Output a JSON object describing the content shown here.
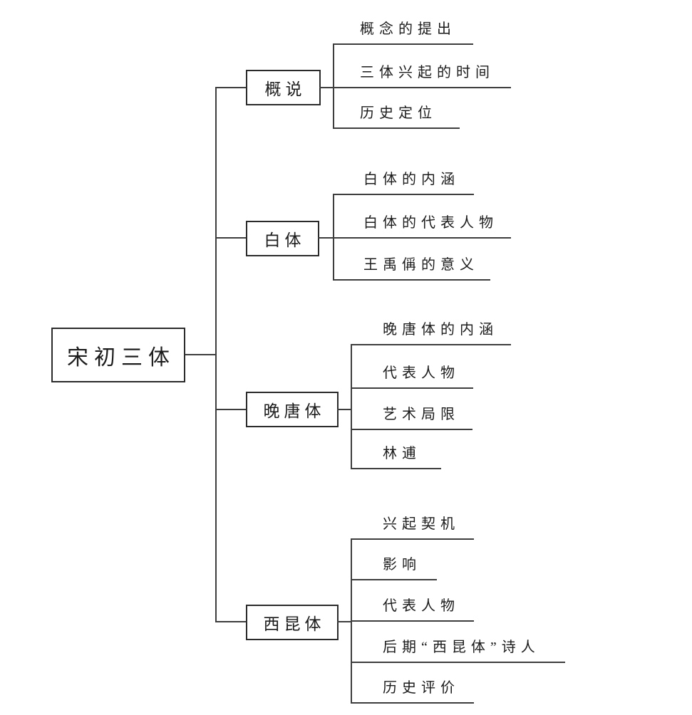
{
  "diagram": {
    "title": "宋初三体",
    "root": {
      "label": "宋初三体"
    },
    "branches": [
      {
        "label": "概说",
        "children": [
          "概念的提出",
          "三体兴起的时间",
          "历史定位"
        ]
      },
      {
        "label": "白体",
        "children": [
          "白体的内涵",
          "白体的代表人物",
          "王禹偁的意义"
        ]
      },
      {
        "label": "晚唐体",
        "children": [
          "晚唐体的内涵",
          "代表人物",
          "艺术局限",
          "林逋"
        ]
      },
      {
        "label": "西昆体",
        "children": [
          "兴起契机",
          "影响",
          "代表人物",
          "后期“西昆体”诗人",
          "历史评价"
        ]
      }
    ],
    "colors": {
      "line": "#3d3d3d",
      "text": "#1c1c1c",
      "background": "#ffffff"
    }
  }
}
